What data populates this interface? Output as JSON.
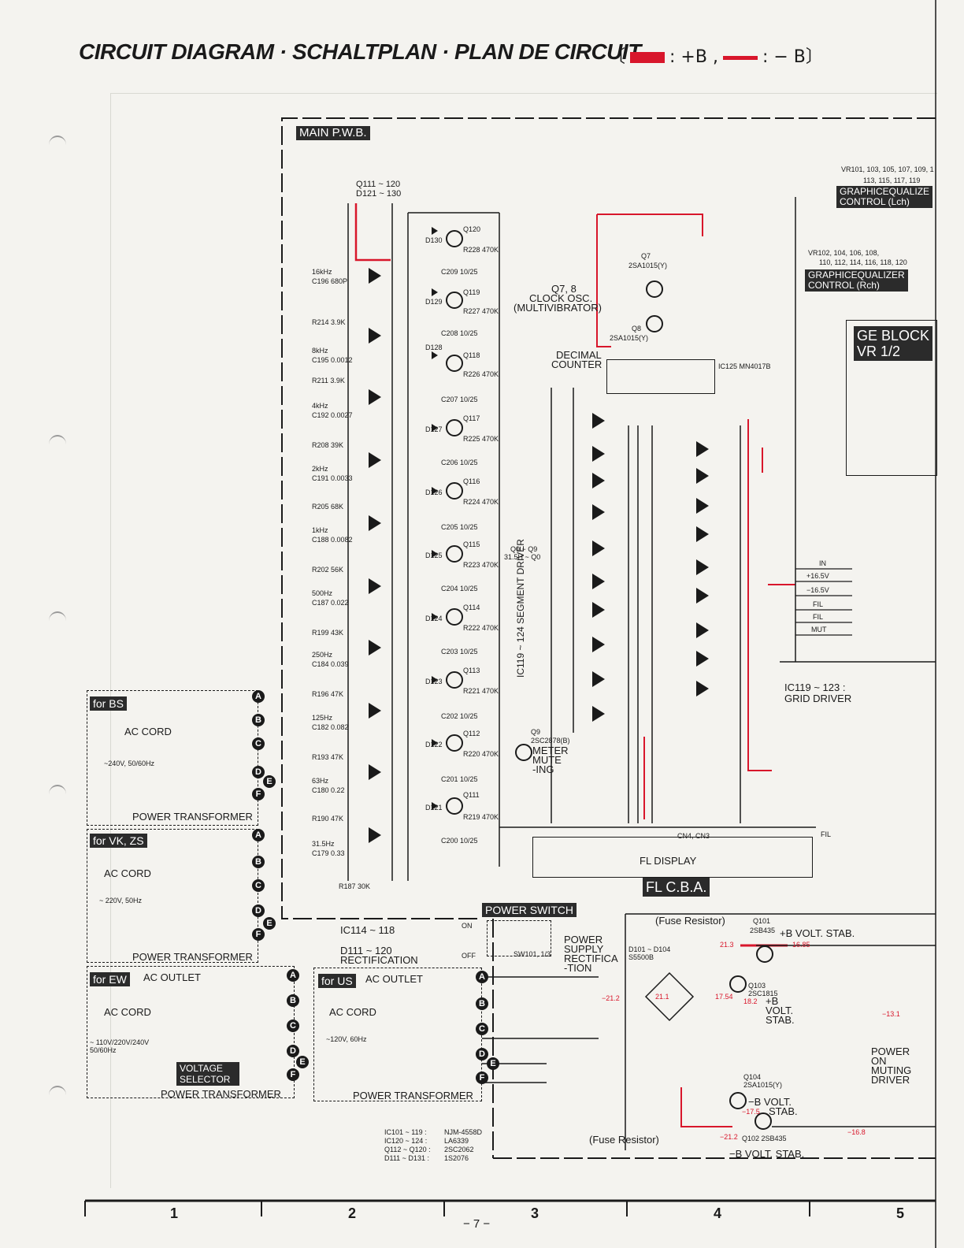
{
  "header": {
    "title": "CIRCUIT DIAGRAM · SCHALTPLAN · PLAN DE CIRCUIT",
    "legend_open": "〔",
    "legend_plus": ": +B ,",
    "legend_minus": ": − B〕",
    "colors": {
      "plus_b": "#d8162b",
      "minus_b": "#d8162b"
    }
  },
  "main_pwb": {
    "label": "MAIN P.W.B.",
    "transistor_ranges": [
      "Q111 ~ 120",
      "D121 ~ 130"
    ],
    "clock": [
      "Q7, 8",
      "CLOCK OSC.",
      "(MULTIVIBRATOR)"
    ],
    "decimal_counter": [
      "DECIMAL",
      "COUNTER"
    ],
    "ic125": "IC125  MN4017B",
    "segment_driver": "IC119 ~ 124 SEGMENT DRIVER",
    "grid_driver": [
      "IC119 ~ 123 :",
      "GRID DRIVER"
    ],
    "meter_mute": [
      "Q9",
      "2SC2878(B)",
      "METER",
      "MUTE",
      "-ING"
    ],
    "q_range": [
      "Q0 ~ Q9",
      "31.5H ~ Q0"
    ],
    "q7_q8": [
      "Q7",
      "2SA1015(Y)",
      "Q8",
      "2SA1015(Y)"
    ],
    "rails": {
      "pos": "+16.5V",
      "neg": "−16.5V"
    },
    "signal_lines": [
      "IN",
      "+16.5V",
      "−16.5V",
      "FIL",
      "FIL",
      "MUT"
    ]
  },
  "eq_bands": [
    {
      "freq": "16kHz",
      "cap": "C196 680P",
      "r": "R214 3.9K"
    },
    {
      "freq": "8kHz",
      "cap": "C195 0.0012",
      "r": "R211 3.9K"
    },
    {
      "freq": "4kHz",
      "cap": "C192 0.0027",
      "r": "R208 39K"
    },
    {
      "freq": "2kHz",
      "cap": "C191 0.0033",
      "r": "R205 68K"
    },
    {
      "freq": "1kHz",
      "cap": "C188 0.0082",
      "r": "R202 56K"
    },
    {
      "freq": "500Hz",
      "cap": "C187 0.022",
      "r": "R199 43K"
    },
    {
      "freq": "250Hz",
      "cap": "C184 0.039",
      "r": "R196 47K"
    },
    {
      "freq": "125Hz",
      "cap": "C182 0.082",
      "r": "R193 47K"
    },
    {
      "freq": "63Hz",
      "cap": "C180 0.22",
      "r": "R190 47K"
    },
    {
      "freq": "31.5Hz",
      "cap": "C179 0.33",
      "r": "R187 30K"
    }
  ],
  "driver_stages": [
    {
      "q": "Q120",
      "d": "D130",
      "c": "C209 10/25",
      "r": "R228 470K"
    },
    {
      "q": "Q119",
      "d": "D129",
      "c": "C208 10/25",
      "r": "R227 470K"
    },
    {
      "q": "Q118",
      "d": "D128",
      "c": "C207 10/25",
      "r": "R226 470K"
    },
    {
      "q": "Q117",
      "d": "D127",
      "c": "C206 10/25",
      "r": "R225 470K"
    },
    {
      "q": "Q116",
      "d": "D126",
      "c": "C205 10/25",
      "r": "R224 470K"
    },
    {
      "q": "Q115",
      "d": "D125",
      "c": "C204 10/25",
      "r": "R223 470K"
    },
    {
      "q": "Q114",
      "d": "D124",
      "c": "C203 10/25",
      "r": "R222 470K"
    },
    {
      "q": "Q113",
      "d": "D123",
      "c": "C202 10/25",
      "r": "R221 470K"
    },
    {
      "q": "Q112",
      "d": "D122",
      "c": "C201 10/25",
      "r": "R220 470K"
    },
    {
      "q": "Q111",
      "d": "D121",
      "c": "C200 10/25",
      "r": "R219 470K"
    }
  ],
  "right_panel": {
    "vr_lch": [
      "VR101, 103, 105, 107, 109, 1",
      "113, 115, 117, 119"
    ],
    "geq_lch": [
      "GRAPHICEQUALIZE",
      "CONTROL (Lch)"
    ],
    "vr_rch": [
      "VR102, 104, 106, 108,",
      "110, 112, 114, 116, 118, 120"
    ],
    "geq_rch": [
      "GRAPHICEQUALIZER",
      "CONTROL (Rch)"
    ],
    "ge_block": [
      "GE BLOCK",
      "VR 1/2"
    ]
  },
  "transformers": [
    {
      "tag": "for BS",
      "cord": "AC CORD",
      "spec": "~240V, 50/60Hz",
      "name": "POWER TRANSFORMER"
    },
    {
      "tag": "for VK, ZS",
      "cord": "AC CORD",
      "spec": "~ 220V, 50Hz",
      "name": "POWER TRANSFORMER"
    },
    {
      "tag": "for EW",
      "cord": "AC CORD",
      "outlet": "AC OUTLET",
      "spec": "~ 110V/220V/240V 50/60Hz",
      "selector": "VOLTAGE SELECTOR",
      "name": "POWER TRANSFORMER"
    },
    {
      "tag": "for US",
      "cord": "AC CORD",
      "outlet": "AC OUTLET",
      "spec": "~120V, 60Hz",
      "name": "POWER TRANSFORMER"
    }
  ],
  "pins": [
    "A",
    "B",
    "C",
    "D",
    "E",
    "F"
  ],
  "display": {
    "cn": "CN4, CN3",
    "fl_display": "FL DISPLAY",
    "fl_cba": "FL C.B.A.",
    "fil": "FIL"
  },
  "power": {
    "ic_range": "IC114 ~ 118",
    "rect": [
      "D111 ~ 120",
      "RECTIFICATION"
    ],
    "switch_label": "POWER SWITCH",
    "on": "ON",
    "off": "OFF",
    "sw": "SW101, 1/3",
    "psu": [
      "POWER",
      "SUPPLY",
      "RECTIFICA",
      "-TION"
    ],
    "fuse_top": "(Fuse Resistor)",
    "fuse_bottom": "(Fuse Resistor)",
    "pos_stab": "+B VOLT. STAB.",
    "neg_stab": "−B VOLT. STAB.",
    "pos_stab2": [
      "+B",
      "VOLT.",
      "STAB."
    ],
    "neg_stab2": [
      "−B VOLT.",
      "STAB."
    ],
    "muting": [
      "POWER",
      "ON",
      "MUTING",
      "DRIVER"
    ],
    "q101": [
      "Q101",
      "2SB435"
    ],
    "q102": "Q102  2SB435",
    "q103": [
      "Q103",
      "2SC1815"
    ],
    "q104": [
      "Q104",
      "2SA1015(Y)"
    ],
    "diodes": [
      "D101 ~ D104",
      "S5500B"
    ],
    "volts_red": [
      "21.3",
      "16.85",
      "17.54",
      "18.2",
      "−21.2",
      "21.1",
      "−17.5",
      "−21.2",
      "−16.8",
      "−13.1"
    ]
  },
  "parts_list": [
    {
      "part": "IC101 ~ 119 :",
      "type": "NJM-4558D"
    },
    {
      "part": "IC120 ~ 124 :",
      "type": "LA6339"
    },
    {
      "part": "Q112 ~ Q120 :",
      "type": "2SC2062"
    },
    {
      "part": "D111 ~ D131 :",
      "type": "1S2076"
    }
  ],
  "footer": {
    "columns": [
      "1",
      "2",
      "3",
      "4",
      "5"
    ],
    "page": "− 7 −"
  }
}
